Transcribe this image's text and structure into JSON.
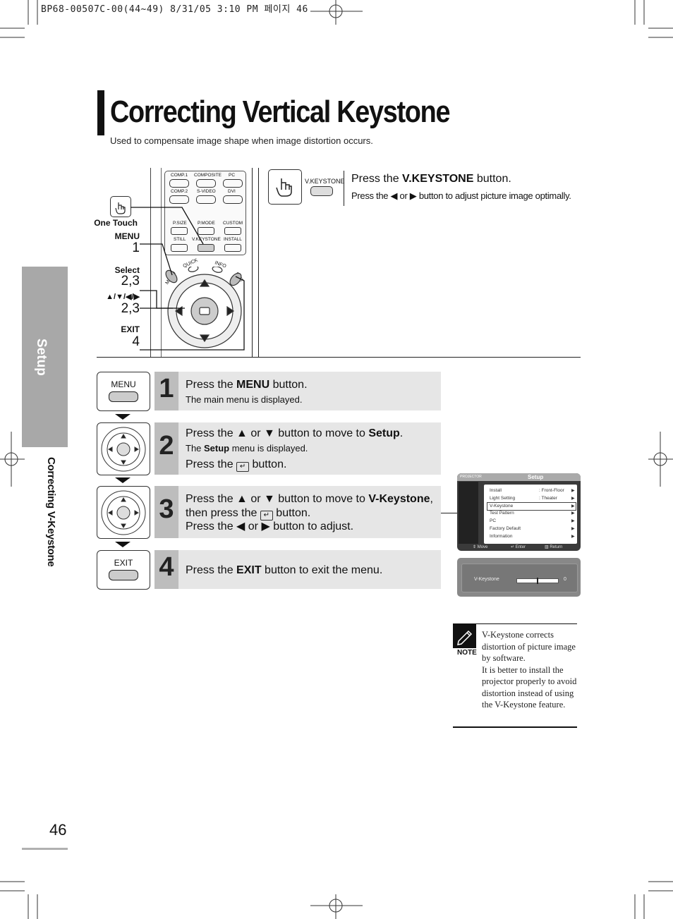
{
  "print_header": "BP68-00507C-00(44~49)  8/31/05  3:10 PM 페이지 46",
  "page": {
    "title": "Correcting Vertical Keystone",
    "subtitle": "Used to compensate image shape when image distortion occurs.",
    "side_tab": "Setup",
    "side_section": "Correcting V-Keystone",
    "page_number": "46"
  },
  "remote": {
    "one_touch": "One Touch",
    "menu_label": "MENU",
    "menu_step": "1",
    "select_label": "Select",
    "select_step": "2,3",
    "arrows_label": "▲/▼/◀/▶",
    "arrows_step": "2,3",
    "exit_label": "EXIT",
    "exit_step": "4",
    "buttons": {
      "comp1": "COMP.1",
      "composite": "COMPOSITE",
      "pc": "PC",
      "comp2": "COMP.2",
      "svideo": "S-VIDEO",
      "dvi": "DVI",
      "psize": "P.SIZE",
      "pmode": "P.MODE",
      "custom": "CUSTOM",
      "still": "STILL",
      "vkeystone": "V.KEYSTONE",
      "install": "INSTALL",
      "menu": "MENU",
      "quick": "QUICK",
      "info": "INFO",
      "exit": "EXIT"
    }
  },
  "vkey_callout": {
    "icon_label": "V.KEYSTONE",
    "line1_pre": "Press the ",
    "line1_bold": "V.KEYSTONE",
    "line1_post": " button.",
    "line2": "Press the ◀ or ▶ button to adjust picture image optimally."
  },
  "steps": {
    "s1": {
      "num": "1",
      "btn": "MENU",
      "a": "Press the ",
      "b": "MENU",
      "c": " button.",
      "sub": "The main menu is displayed."
    },
    "s2": {
      "num": "2",
      "a": "Press the ▲ or ▼ button to move to ",
      "b": "Setup",
      "c": ".",
      "sub_a": "The ",
      "sub_b": "Setup",
      "sub_c": " menu is displayed.",
      "line3_a": "Press the ",
      "line3_c": " button."
    },
    "s3": {
      "num": "3",
      "a": "Press the ▲ or ▼ button to move to ",
      "b": "V-Keystone",
      "c": ",",
      "line2_a": "then press the ",
      "line2_c": " button.",
      "line3": "Press the ◀ or ▶ button to adjust."
    },
    "s4": {
      "num": "4",
      "btn": "EXIT",
      "a": "Press the ",
      "b": "EXIT",
      "c": " button to exit the menu."
    }
  },
  "osd": {
    "brand": "PROJECTOR",
    "menu_title": "Setup",
    "items": [
      {
        "label": "Install",
        "value": ": Front-Floor"
      },
      {
        "label": "Light Setting",
        "value": ": Theater"
      },
      {
        "label": "V-Keystone",
        "value": ""
      },
      {
        "label": "Test Pattern",
        "value": ""
      },
      {
        "label": "PC",
        "value": ""
      },
      {
        "label": "Factory Default",
        "value": ""
      },
      {
        "label": "Information",
        "value": ""
      }
    ],
    "footer_move": "Move",
    "footer_enter": "Enter",
    "footer_return": "Return",
    "adjust_label": "V-Keystone",
    "adjust_value": "0",
    "adjust_level_fraction": 0.5
  },
  "note": {
    "label": "NOTE",
    "text1": "V-Keystone corrects distortion of picture image by software.",
    "text2": "It is better to install the projector properly to avoid distortion instead of using the V-Keystone feature."
  }
}
